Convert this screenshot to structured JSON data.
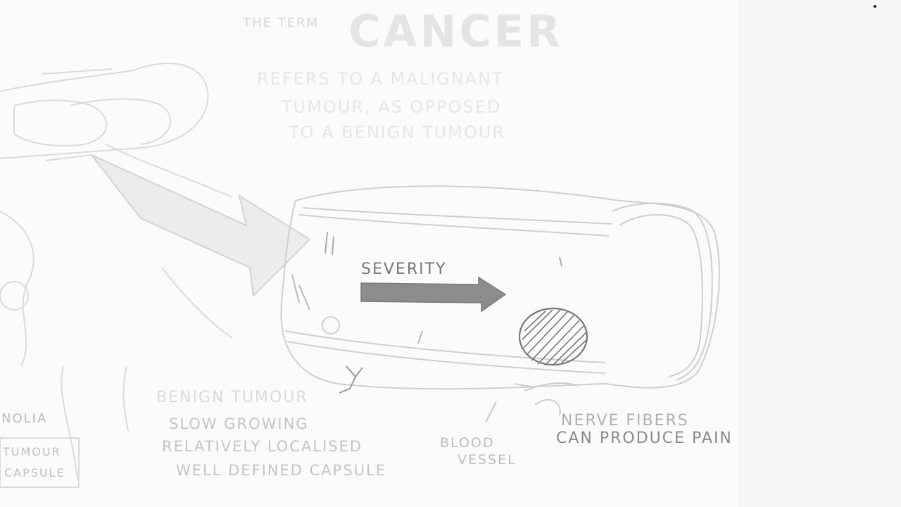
{
  "heading": {
    "prefix": "THE TERM",
    "title": "CANCER",
    "lines": [
      "REFERS TO A MALIGNANT",
      "TUMOUR, AS OPPOSED",
      "TO A BENIGN TUMOUR"
    ]
  },
  "severity": {
    "label": "SEVERITY"
  },
  "benign": {
    "title": "BENIGN TUMOUR",
    "lines": [
      "SLOW GROWING",
      "RELATIVELY LOCALISED",
      "WELL DEFINED CAPSULE"
    ]
  },
  "blood_vessel": {
    "line1": "BLOOD",
    "line2": "VESSEL"
  },
  "nerve": {
    "line1": "NERVE FIBERS",
    "line2": "CAN PRODUCE PAIN"
  },
  "left_edge": {
    "label1": "NOLIA",
    "label2": "TUMOUR",
    "label3": "CAPSULE"
  },
  "colors": {
    "arrow": "#8c8c8c",
    "ink": "#666666",
    "faint_ink": "#d8d8d8"
  }
}
